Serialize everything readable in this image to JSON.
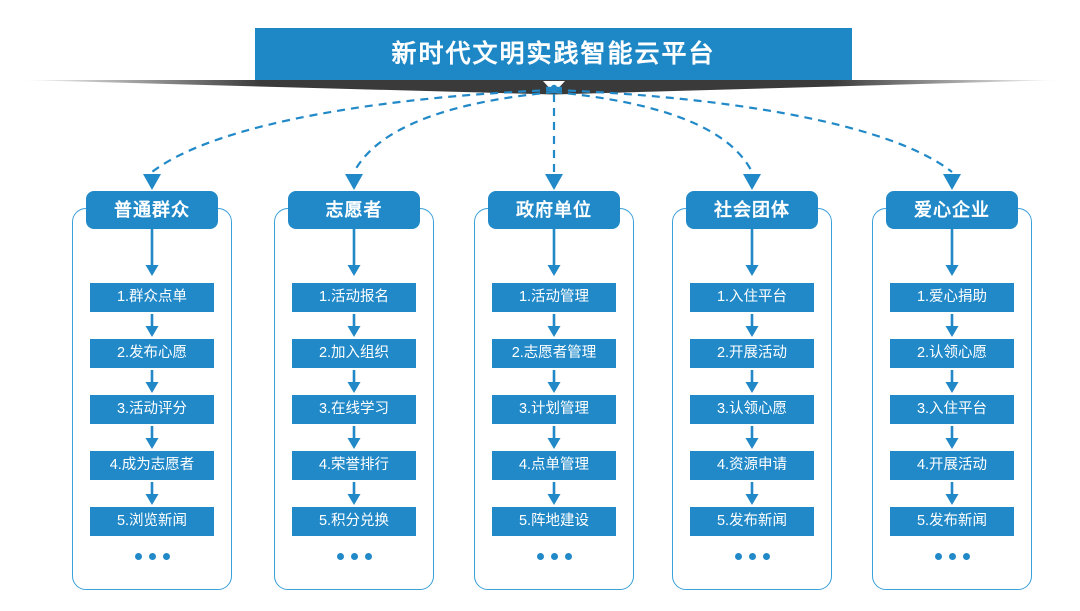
{
  "banner": {
    "title": "新时代文明实践智能云平台",
    "color": "#1e88c7",
    "ribbon_color": "#3a3a3a",
    "notch": "down-triangle"
  },
  "theme": {
    "primary": "#2189c8",
    "border": "#3aa0d8",
    "connector": "#2189c8",
    "text_on_primary": "#ffffff",
    "background": "#ffffff"
  },
  "connectors": {
    "style": "dashed-curve",
    "arrowhead": "filled-triangle",
    "origin_label": "platform-hub",
    "count": 5
  },
  "columns": [
    {
      "id": "general-public",
      "header": "普通群众",
      "items": [
        "1.群众点单",
        "2.发布心愿",
        "3.活动评分",
        "4.成为志愿者",
        "5.浏览新闻"
      ],
      "more": "..."
    },
    {
      "id": "volunteer",
      "header": "志愿者",
      "items": [
        "1.活动报名",
        "2.加入组织",
        "3.在线学习",
        "4.荣誉排行",
        "5.积分兑换"
      ],
      "more": "..."
    },
    {
      "id": "government-unit",
      "header": "政府单位",
      "items": [
        "1.活动管理",
        "2.志愿者管理",
        "3.计划管理",
        "4.点单管理",
        "5.阵地建设"
      ],
      "more": "..."
    },
    {
      "id": "social-group",
      "header": "社会团体",
      "items": [
        "1.入住平台",
        "2.开展活动",
        "3.认领心愿",
        "4.资源申请",
        "5.发布新闻"
      ],
      "more": "..."
    },
    {
      "id": "caring-enterprise",
      "header": "爱心企业",
      "items": [
        "1.爱心捐助",
        "2.认领心愿",
        "3.入住平台",
        "4.开展活动",
        "5.发布新闻"
      ],
      "more": "..."
    }
  ]
}
